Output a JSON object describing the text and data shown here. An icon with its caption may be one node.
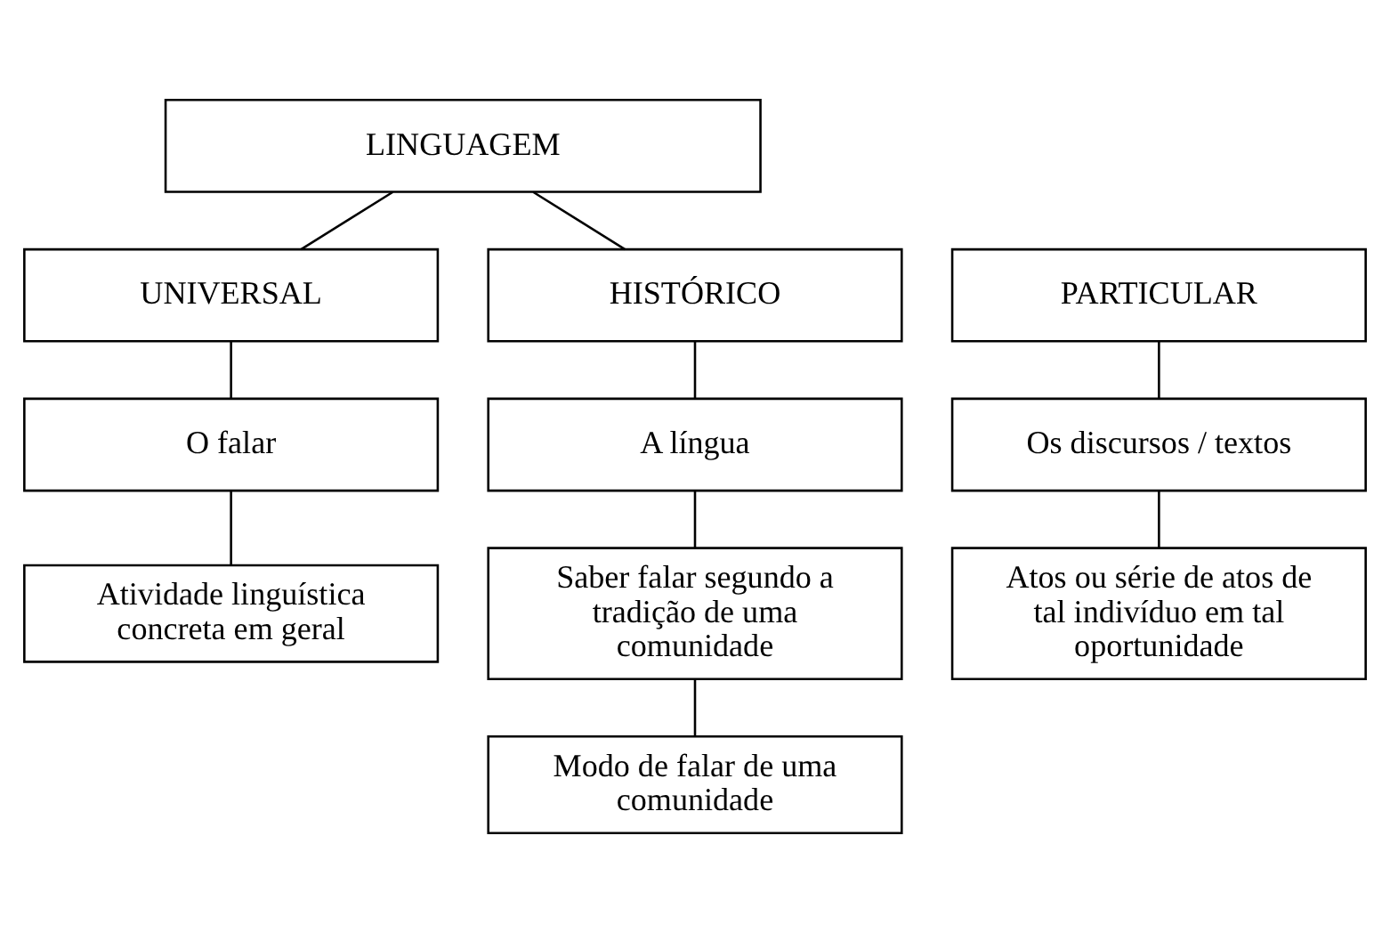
{
  "diagram": {
    "nodes": [
      {
        "text": [
          "LINGUAGEM"
        ]
      },
      {
        "text": [
          "UNIVERSAL"
        ]
      },
      {
        "text": [
          "PARTICULAR"
        ]
      },
      {
        "text": [
          "HISTÓRICO"
        ]
      },
      {
        "text": [
          "O falar"
        ]
      },
      {
        "text": [
          "Os discursos / textos"
        ]
      },
      {
        "text": [
          "A língua"
        ]
      },
      {
        "text": [
          "Atividade linguística concreta em geral"
        ]
      },
      {
        "text": [
          "Atos ou série de atos de tal indivíduo em tal oportunidade"
        ]
      },
      {
        "text": [
          "Saber falar segundo a tradição de uma comunidade"
        ]
      },
      {
        "text": [
          "Modo de falar de uma comunidade"
        ]
      }
    ],
    "edges": [
      {
        "from": 0,
        "to": 1,
        "arrow": "none"
      },
      {
        "from": 0,
        "to": 3,
        "arrow": "none"
      },
      {
        "from": 1,
        "to": 4,
        "arrow": "none"
      },
      {
        "from": 4,
        "to": 7,
        "arrow": "none"
      },
      {
        "from": 2,
        "to": 5,
        "arrow": "none"
      },
      {
        "from": 5,
        "to": 8,
        "arrow": "none"
      },
      {
        "from": 3,
        "to": 6,
        "arrow": "none"
      },
      {
        "from": 6,
        "to": 9,
        "arrow": "none"
      },
      {
        "from": 9,
        "to": 10,
        "arrow": "none"
      }
    ]
  }
}
